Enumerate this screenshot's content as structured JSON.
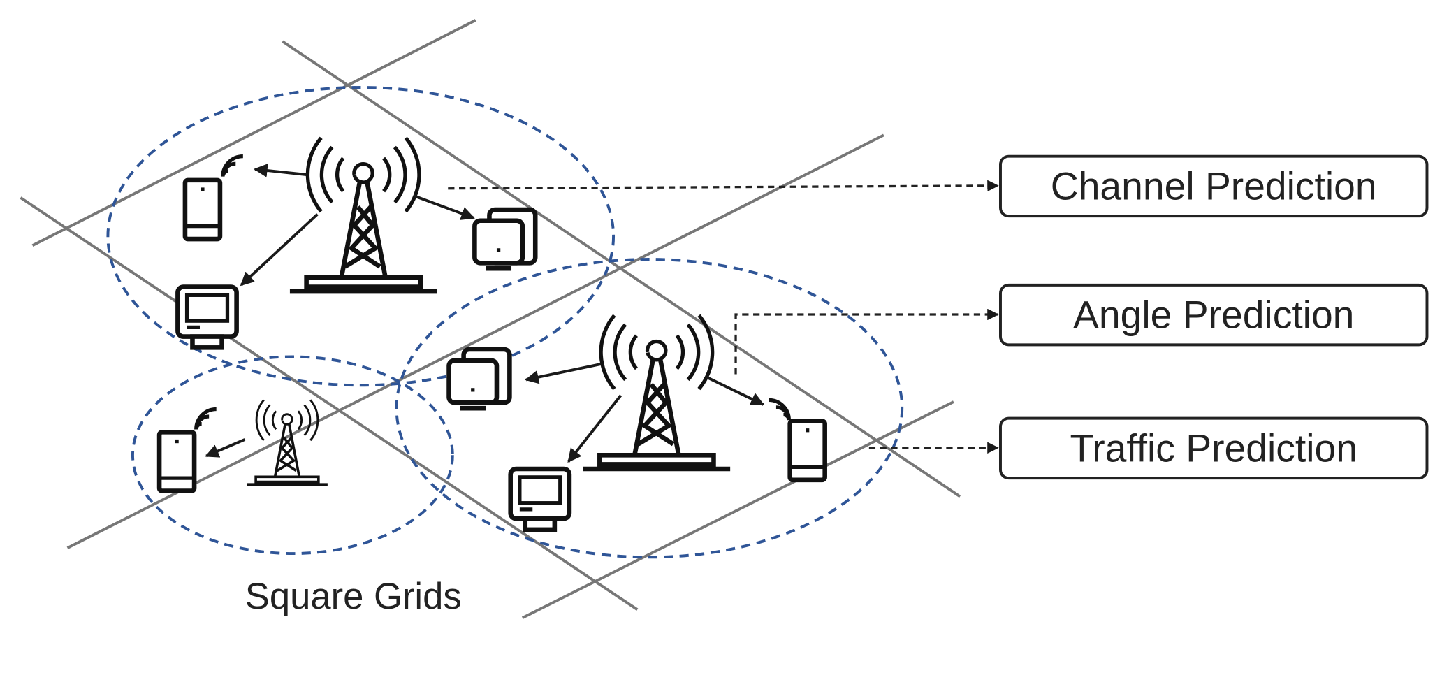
{
  "diagram": {
    "grid_label": "Square Grids",
    "predictions": [
      {
        "label": "Channel Prediction"
      },
      {
        "label": "Angle Prediction"
      },
      {
        "label": "Traffic Prediction"
      }
    ],
    "colors": {
      "grid_line": "#777777",
      "coverage_ellipse": "#2f5597",
      "ink": "#1a1a1a"
    }
  }
}
